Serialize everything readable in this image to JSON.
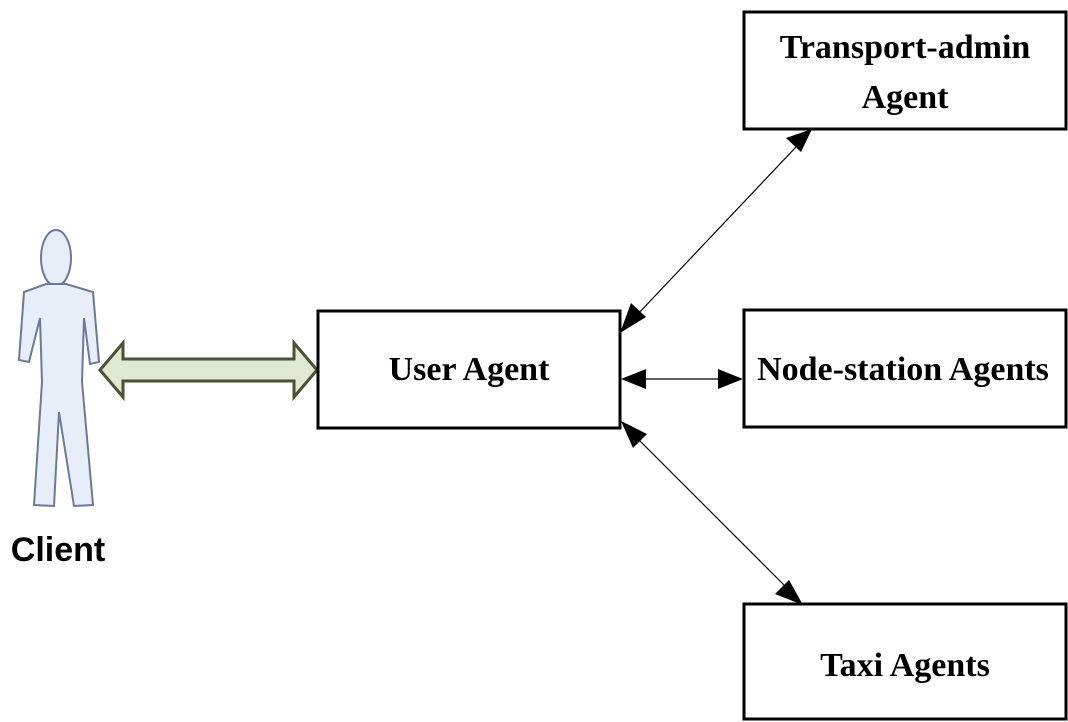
{
  "client": {
    "label": "Client"
  },
  "nodes": {
    "user_agent": {
      "label": "User Agent"
    },
    "transport_admin": {
      "line1": "Transport-admin",
      "line2": "Agent"
    },
    "node_station": {
      "label": "Node-station Agents"
    },
    "taxi": {
      "label": "Taxi Agents"
    }
  },
  "colors": {
    "client_fill": "#e8eef8",
    "client_stroke": "#6b7a99",
    "big_arrow_fill": "#dfe8d0",
    "big_arrow_stroke": "#4a5236"
  }
}
